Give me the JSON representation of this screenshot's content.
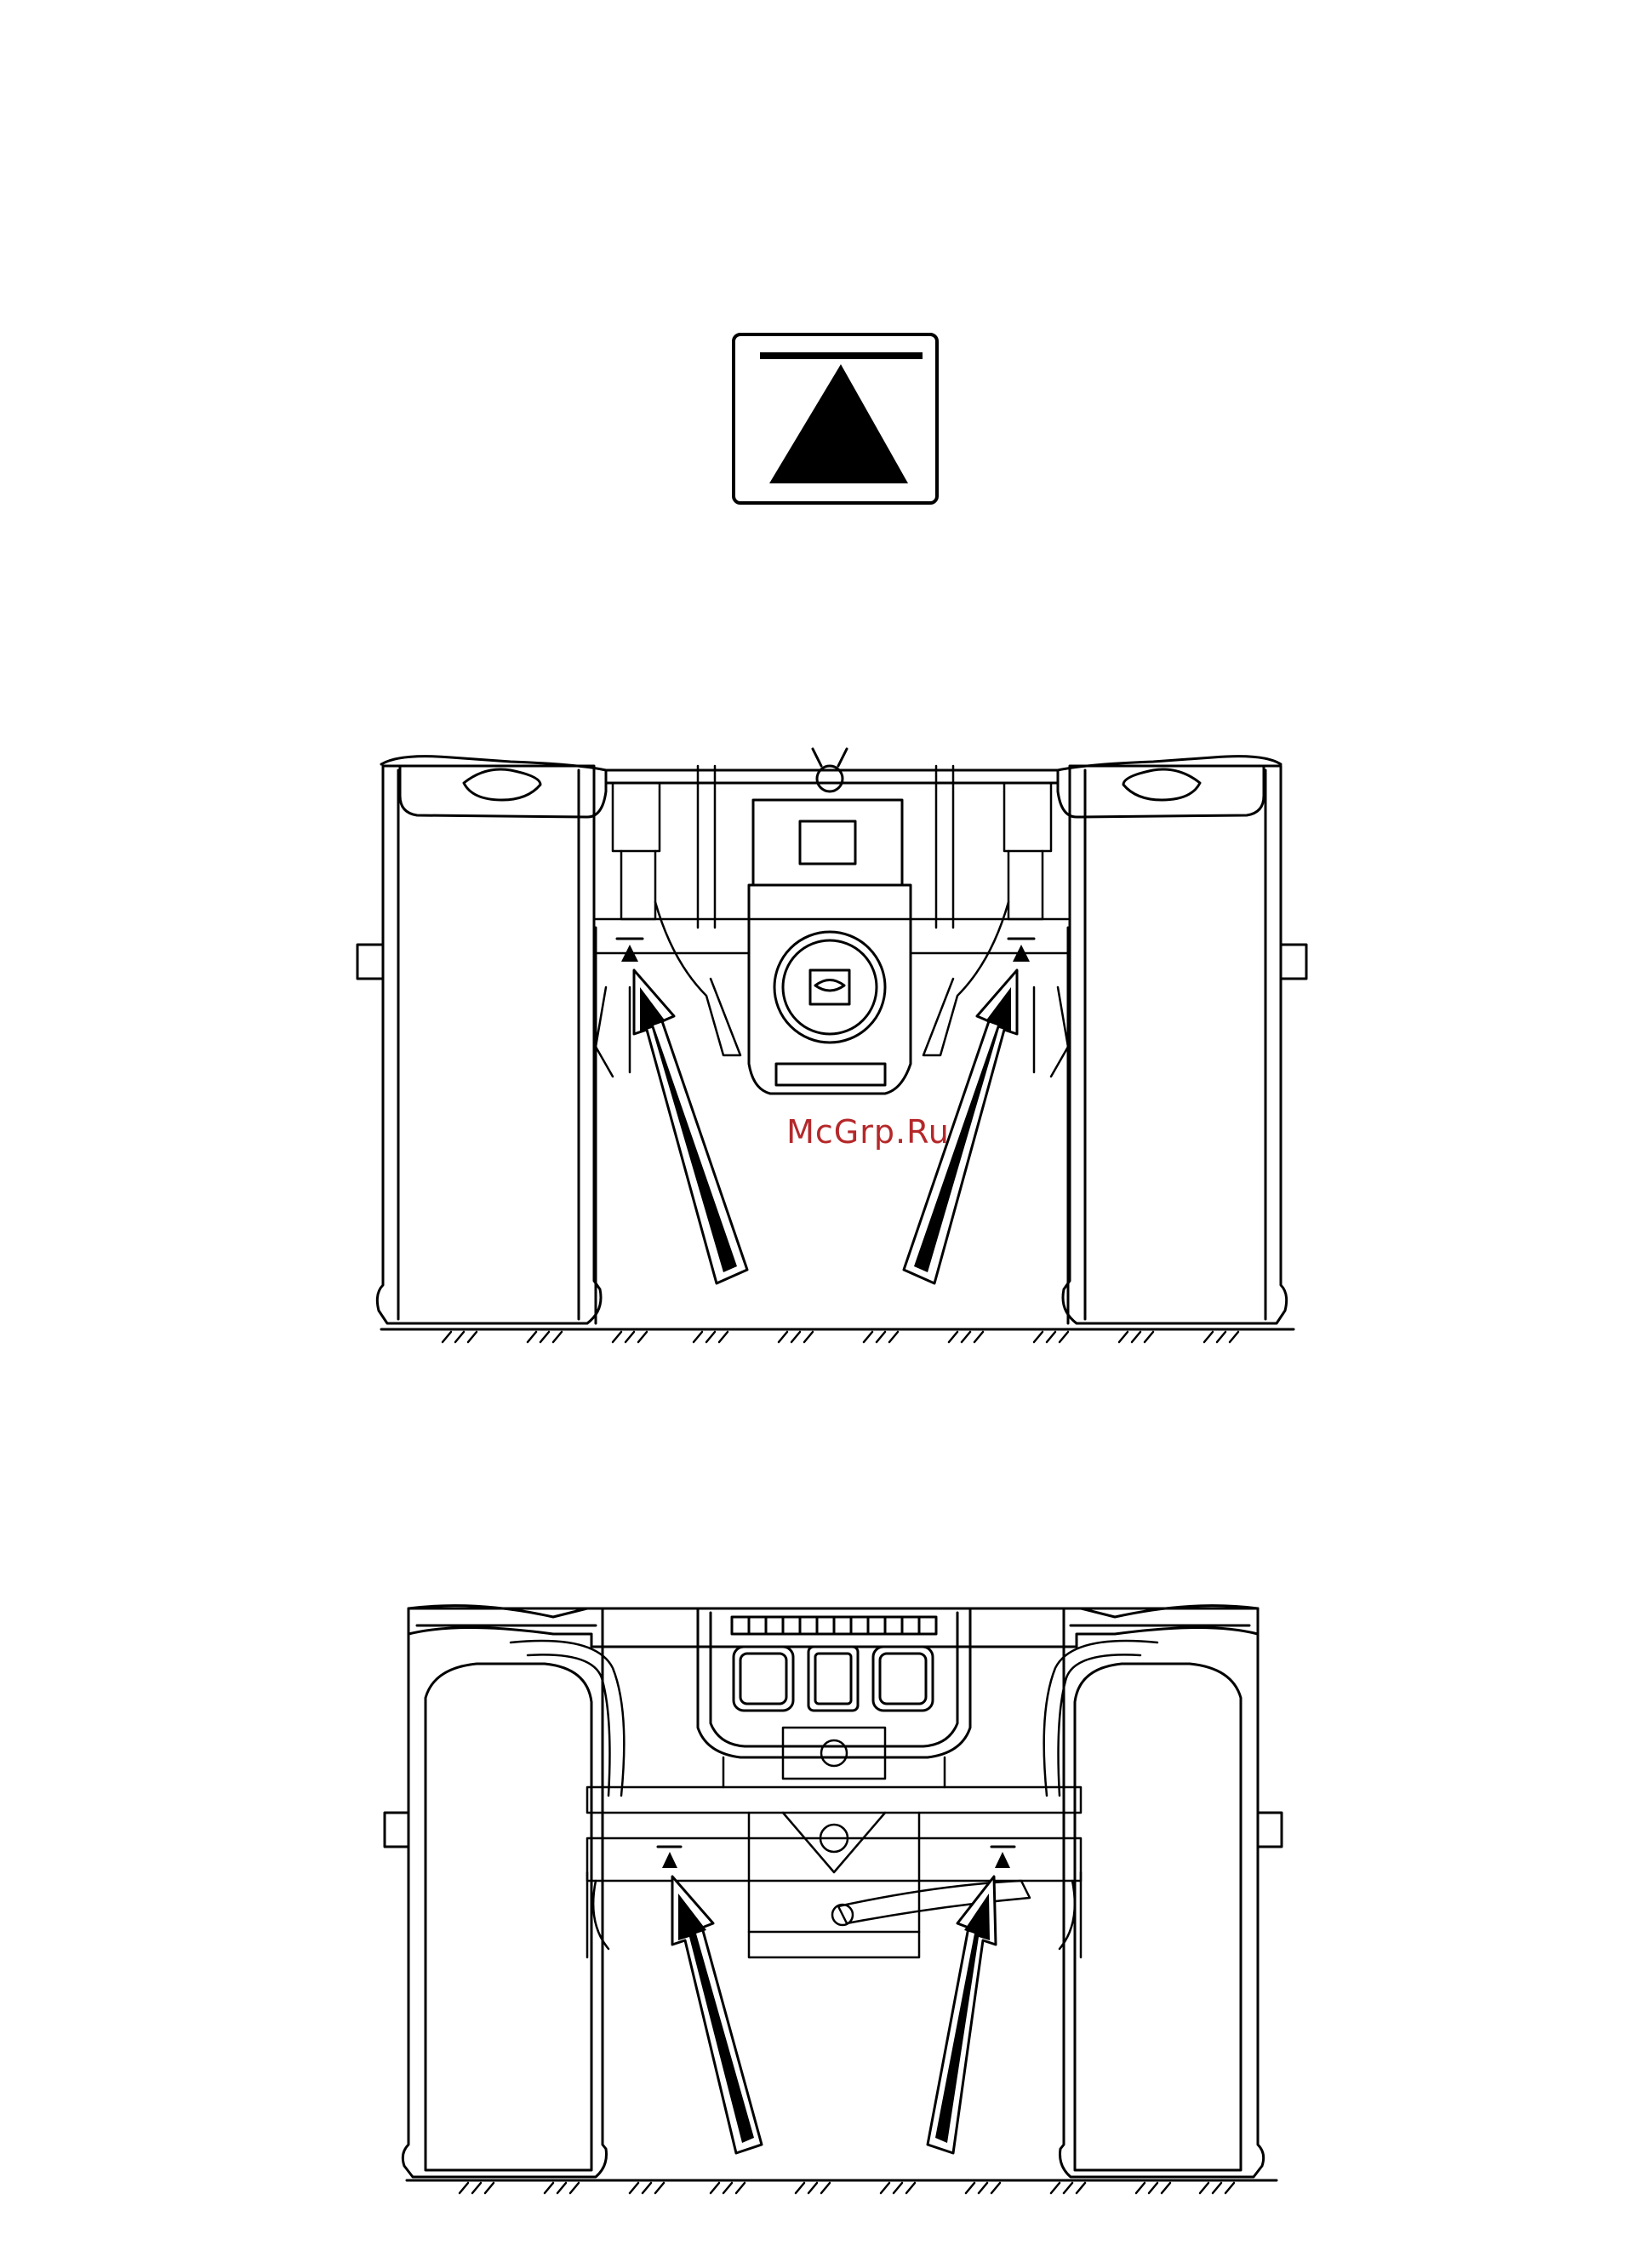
{
  "symbol": {
    "icon": "jacking-point-symbol-icon"
  },
  "figures": [
    {
      "name": "rear-view-tractor",
      "markers": 2
    },
    {
      "name": "front-view-tractor",
      "markers": 2
    }
  ],
  "watermark": {
    "text": "McGrp.Ru",
    "color": "#b5282a"
  }
}
